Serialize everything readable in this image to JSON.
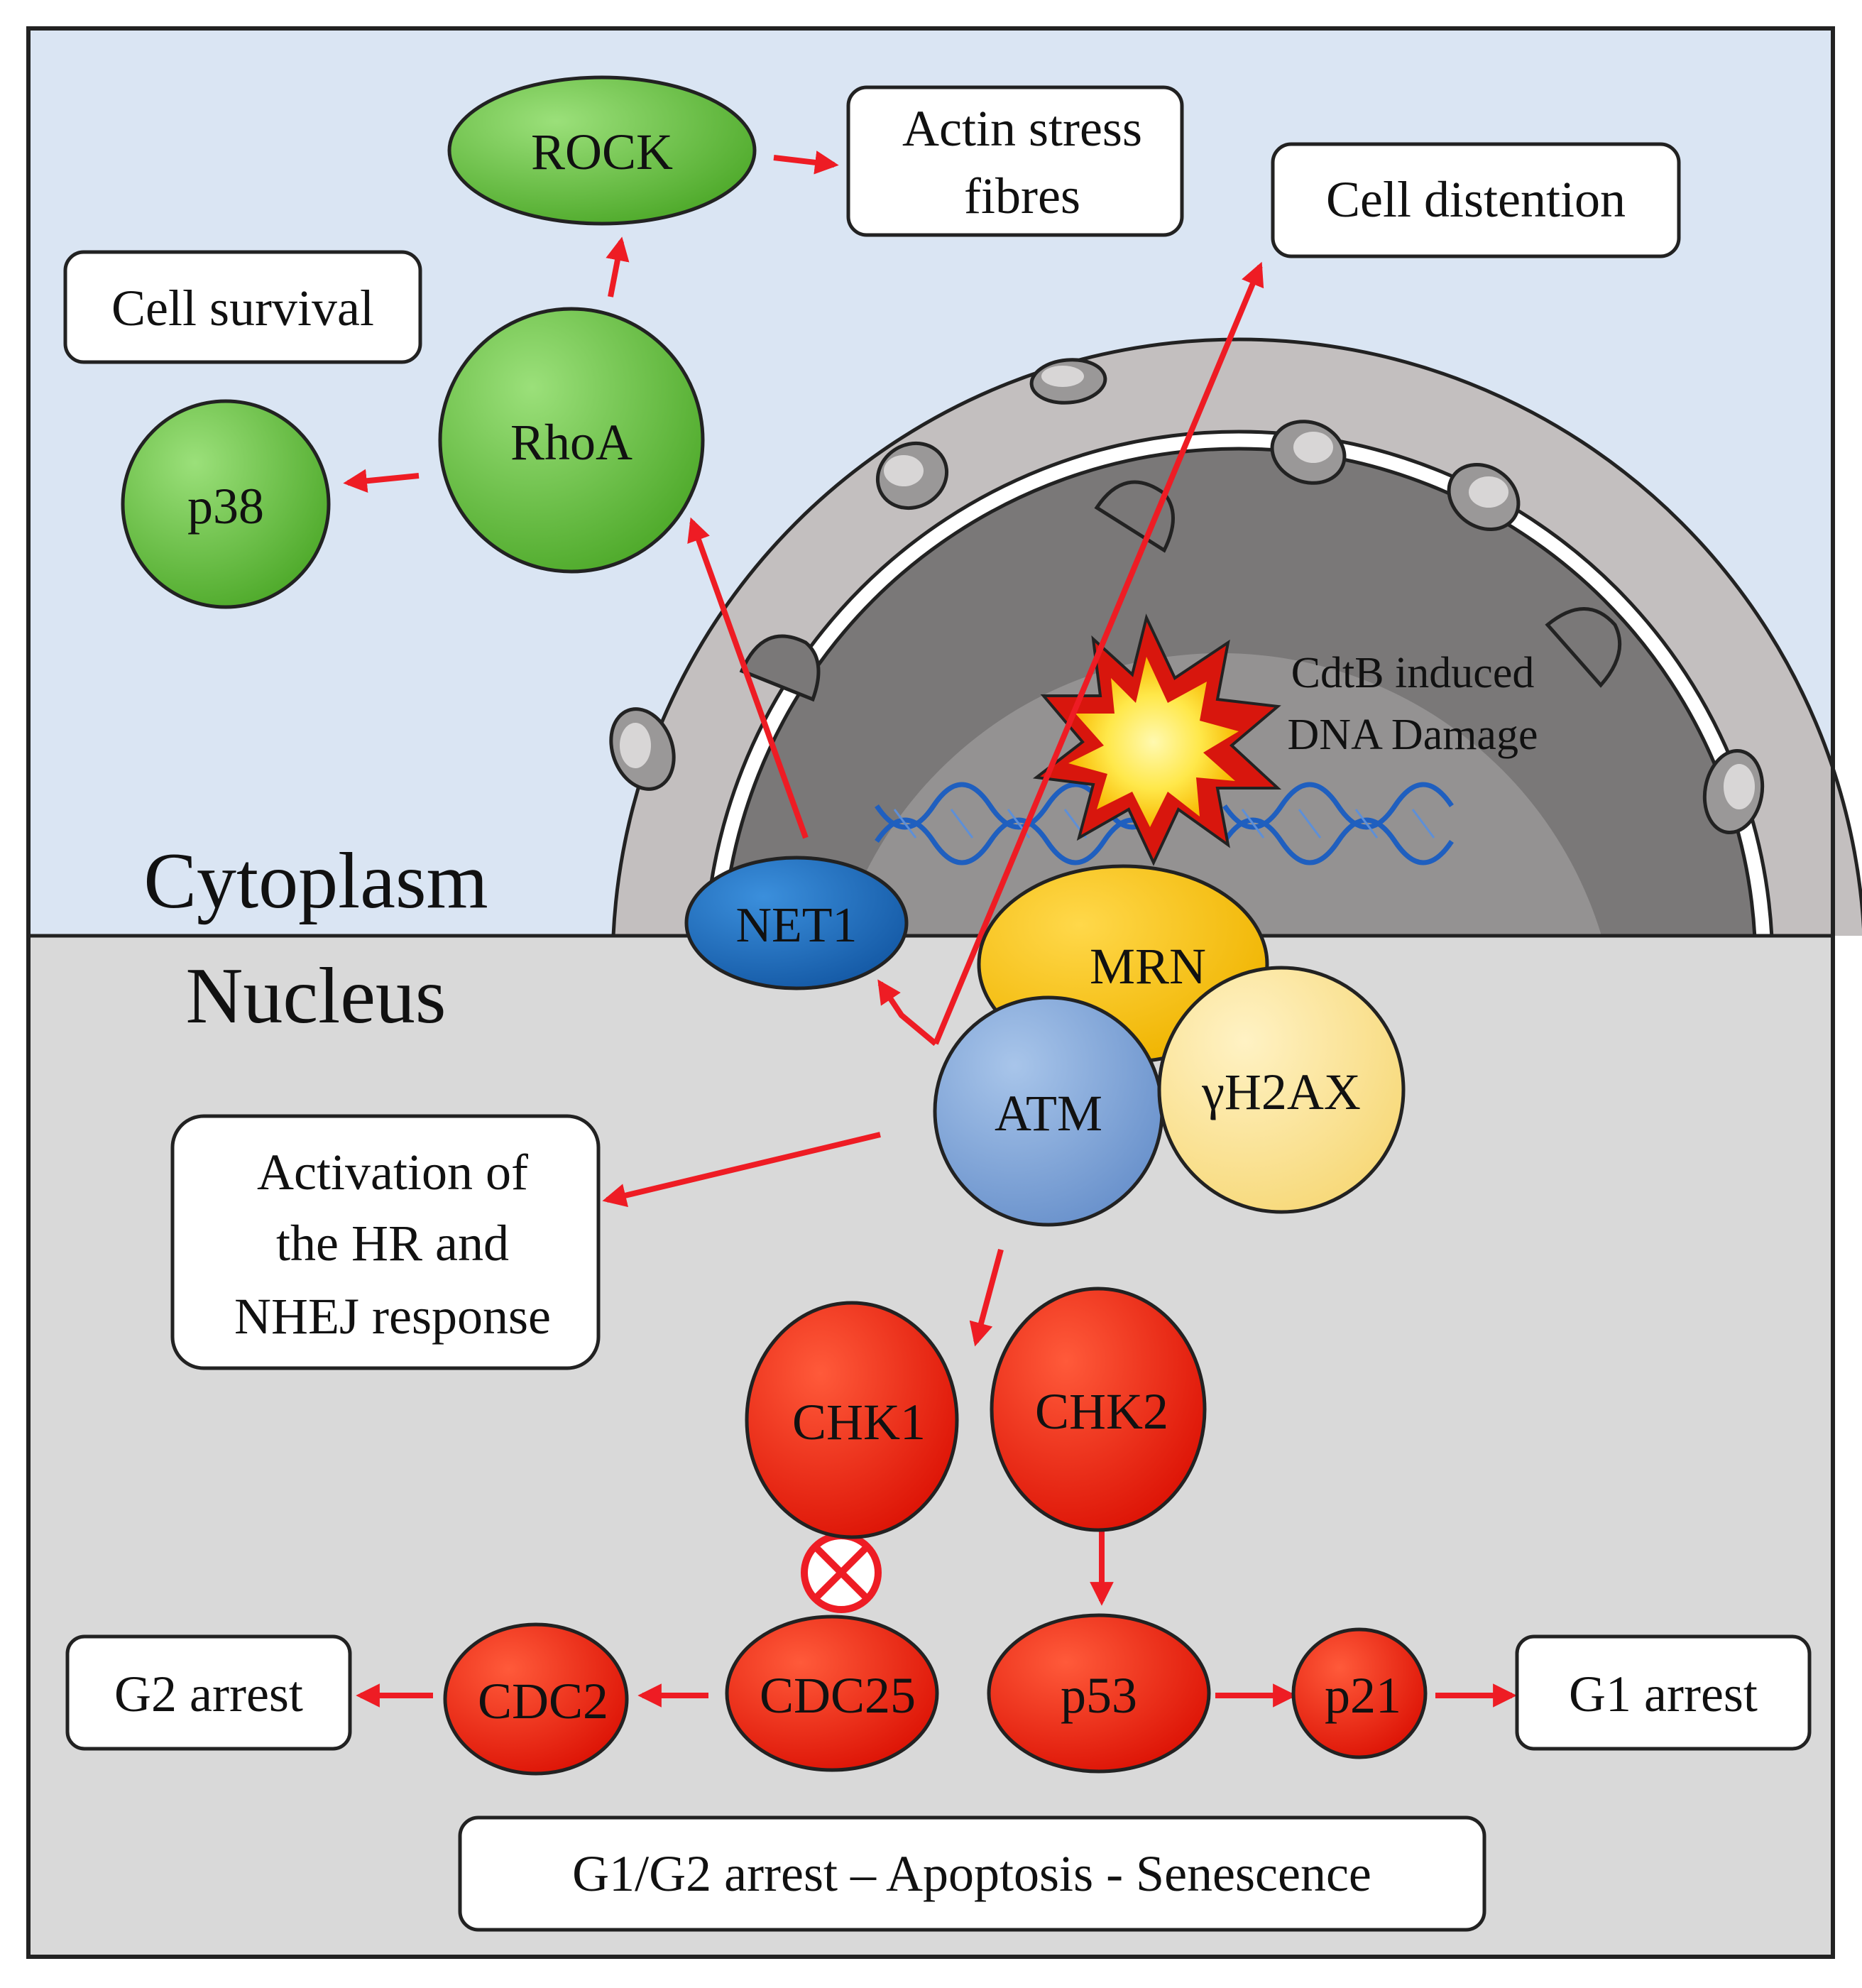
{
  "regions": {
    "cytoplasm": "Cytoplasm",
    "nucleus": "Nucleus"
  },
  "nodes": {
    "rock": "ROCK",
    "rhoa": "RhoA",
    "p38": "p38",
    "net1": "NET1",
    "mrn": "MRN",
    "atm": "ATM",
    "h2ax": "γH2AX",
    "chk1": "CHK1",
    "chk2": "CHK2",
    "cdc25": "CDC25",
    "cdc2": "CDC2",
    "p53": "p53",
    "p21": "p21"
  },
  "boxes": {
    "actin_line1": "Actin stress",
    "actin_line2": "fibres",
    "cell_distention": "Cell distention",
    "cell_survival": "Cell survival",
    "hr_line1": "Activation of",
    "hr_line2": "the HR and",
    "hr_line3": "NHEJ response",
    "g2_arrest": "G2 arrest",
    "g1_arrest": "G1 arrest",
    "outcome": "G1/G2 arrest – Apoptosis - Senescence"
  },
  "damage": {
    "line1": "CdtB induced",
    "line2": "DNA Damage"
  },
  "colors": {
    "cytoplasm_bg": "#dae5f3",
    "nucleus_bg": "#d9d9d9",
    "green": "#6dc24b",
    "blue_net1": "#1f6fc0",
    "mrn": "#f5c000",
    "atm": "#7ea6d9",
    "h2ax": "#fce59b",
    "red": "#ee1c0f",
    "arrow": "#ee1c24"
  }
}
